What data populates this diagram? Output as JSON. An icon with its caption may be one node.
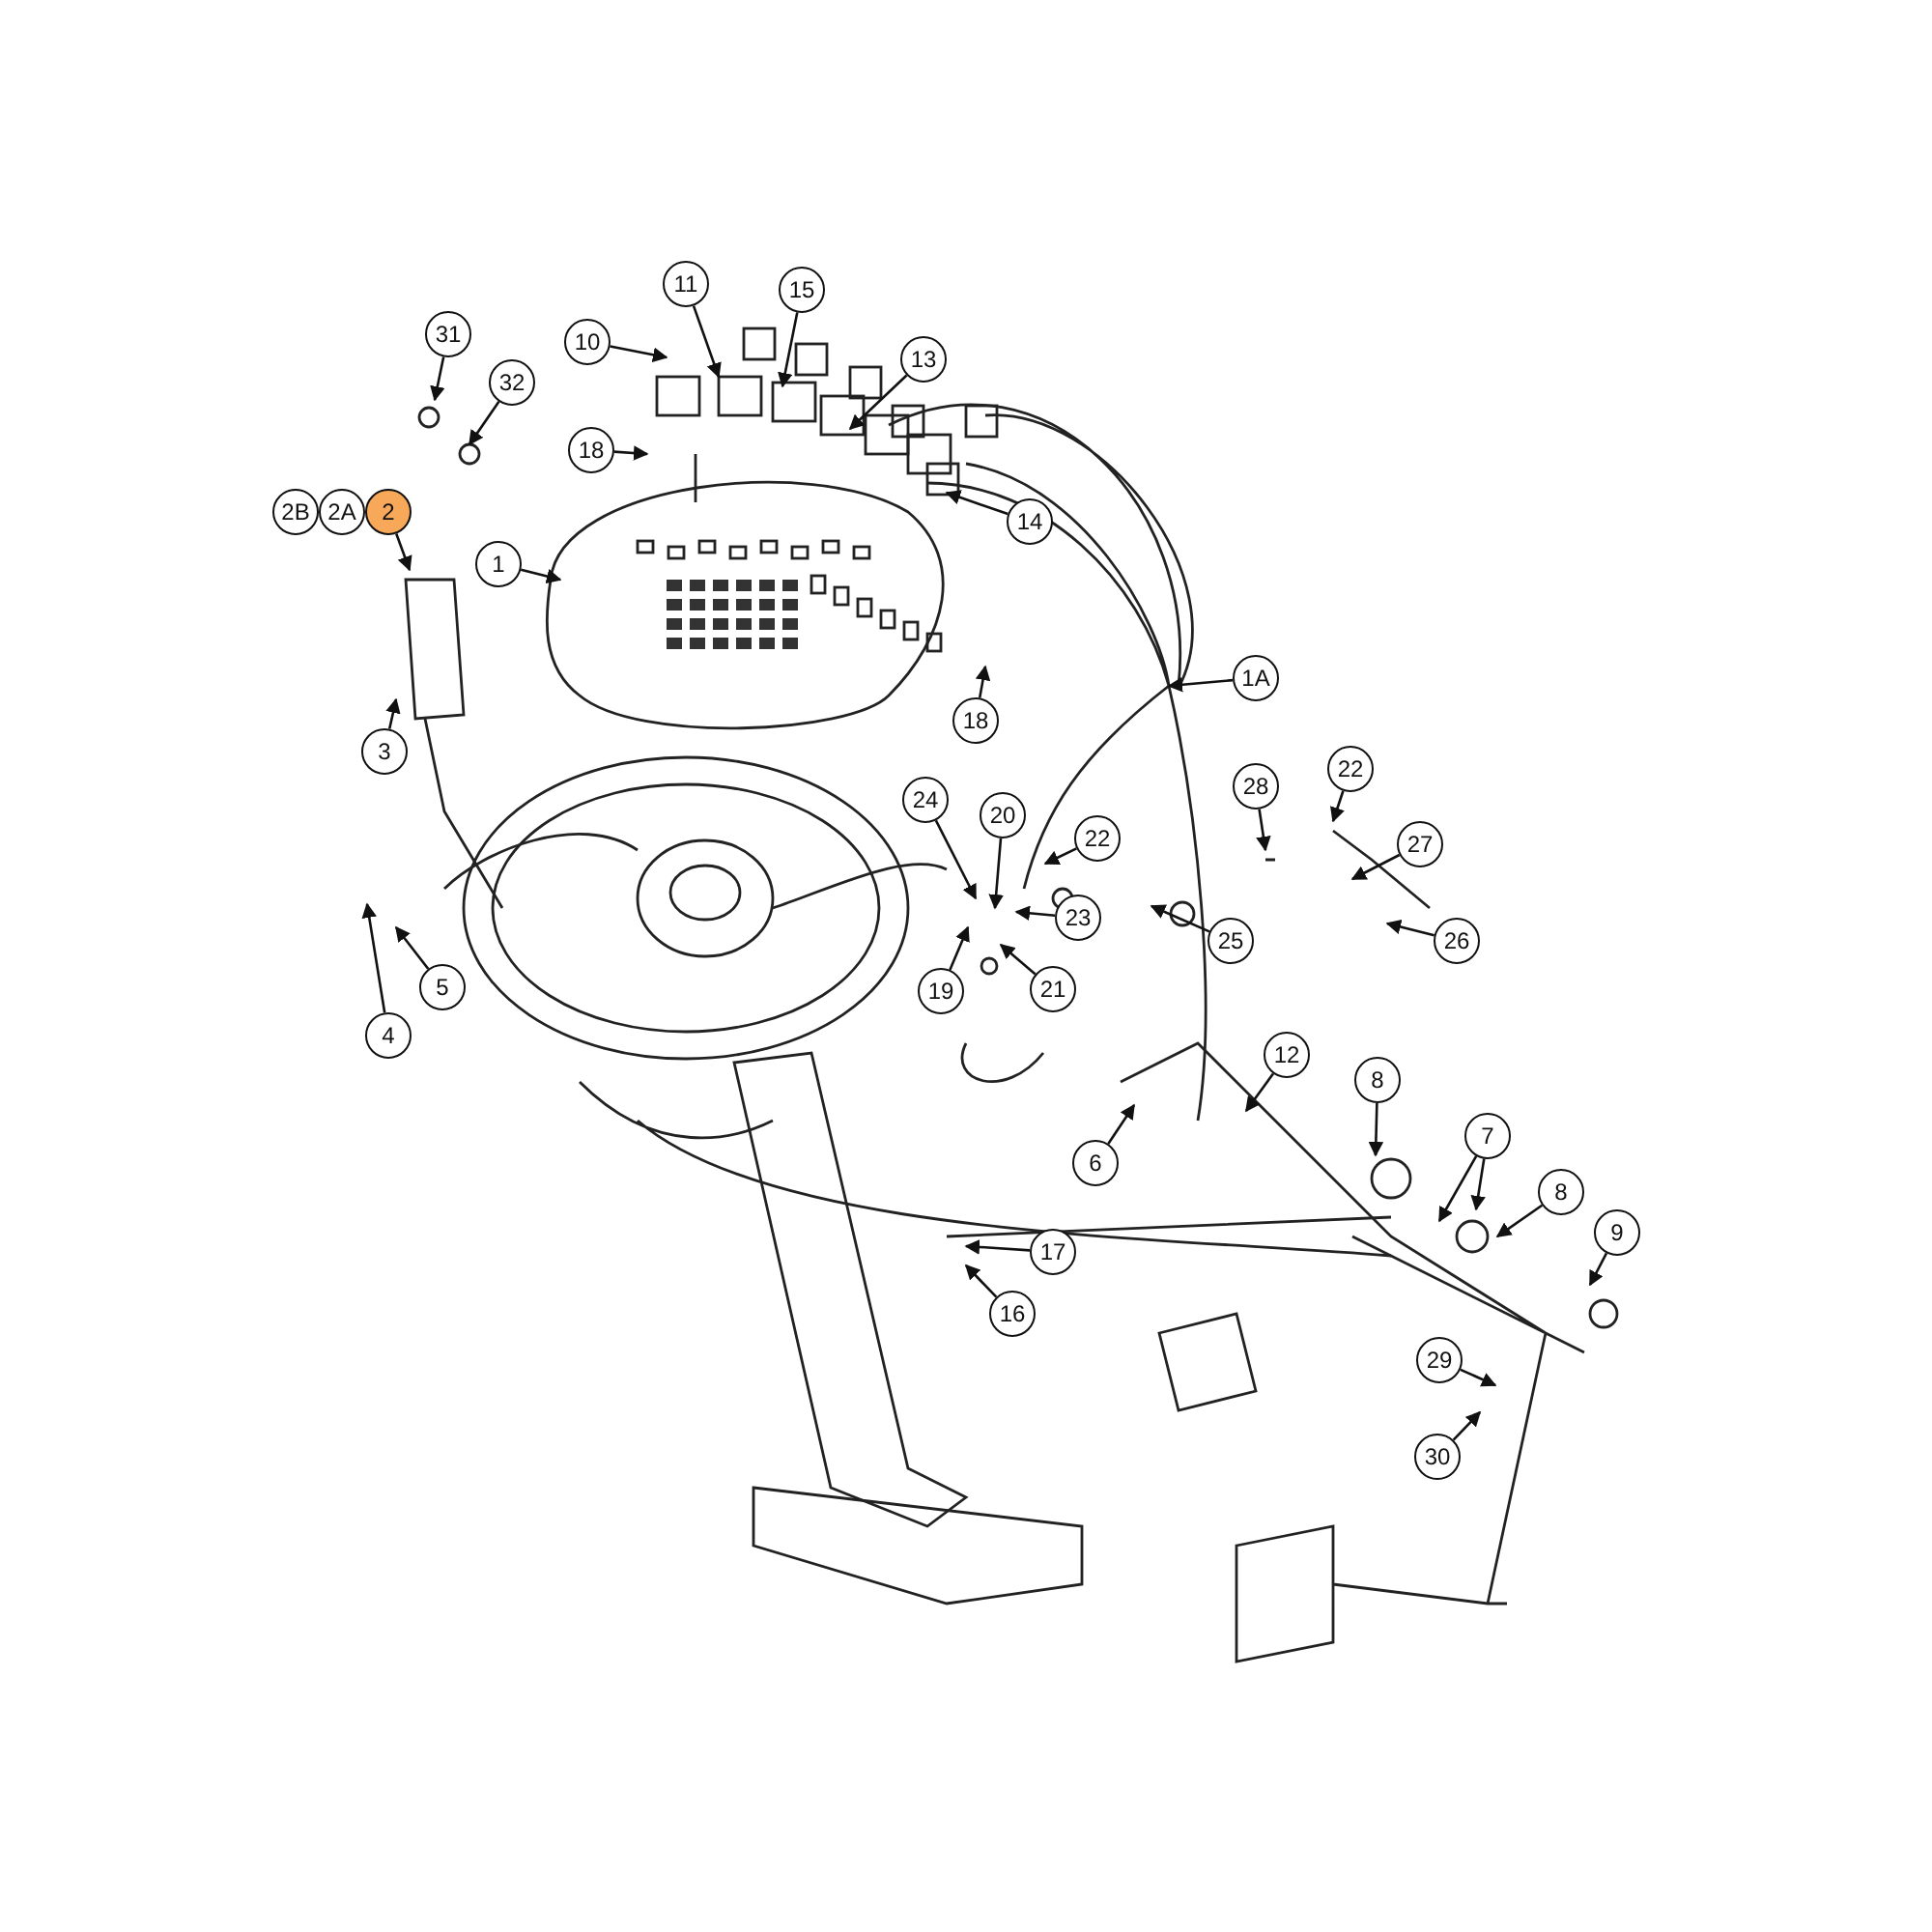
{
  "diagram": {
    "nodes": [
      {
        "text": [
          "11"
        ]
      },
      {
        "text": [
          "15"
        ]
      },
      {
        "text": [
          "31"
        ]
      },
      {
        "text": [
          "10"
        ]
      },
      {
        "text": [
          "13"
        ]
      },
      {
        "text": [
          "32"
        ]
      },
      {
        "text": [
          "18"
        ]
      },
      {
        "text": [
          "2B"
        ]
      },
      {
        "text": [
          "2A"
        ]
      },
      {
        "text": [
          "2"
        ]
      },
      {
        "text": [
          "14"
        ]
      },
      {
        "text": [
          "1"
        ]
      },
      {
        "text": [
          "1A"
        ]
      },
      {
        "text": [
          "18"
        ]
      },
      {
        "text": [
          "3"
        ]
      },
      {
        "text": [
          "22"
        ]
      },
      {
        "text": [
          "28"
        ]
      },
      {
        "text": [
          "24"
        ]
      },
      {
        "text": [
          "20"
        ]
      },
      {
        "text": [
          "22"
        ]
      },
      {
        "text": [
          "27"
        ]
      },
      {
        "text": [
          "23"
        ]
      },
      {
        "text": [
          "25"
        ]
      },
      {
        "text": [
          "26"
        ]
      },
      {
        "text": [
          "5"
        ]
      },
      {
        "text": [
          "21"
        ]
      },
      {
        "text": [
          "19"
        ]
      },
      {
        "text": [
          "4"
        ]
      },
      {
        "text": [
          "12"
        ]
      },
      {
        "text": [
          "8"
        ]
      },
      {
        "text": [
          "7"
        ]
      },
      {
        "text": [
          "6"
        ]
      },
      {
        "text": [
          "8"
        ]
      },
      {
        "text": [
          "9"
        ]
      },
      {
        "text": [
          "17"
        ]
      },
      {
        "text": [
          "16"
        ]
      },
      {
        "text": [
          "29"
        ]
      },
      {
        "text": [
          "30"
        ]
      }
    ],
    "edges": [
      {
        "from": 0,
        "to": null,
        "arrow": "to"
      },
      {
        "from": 1,
        "to": null,
        "arrow": "to"
      },
      {
        "from": 2,
        "to": null,
        "arrow": "to"
      },
      {
        "from": 3,
        "to": null,
        "arrow": "to"
      },
      {
        "from": 4,
        "to": null,
        "arrow": "to"
      },
      {
        "from": 5,
        "to": null,
        "arrow": "to"
      },
      {
        "from": 6,
        "to": null,
        "arrow": "to"
      },
      {
        "from": 9,
        "to": null,
        "arrow": "to"
      },
      {
        "from": 10,
        "to": null,
        "arrow": "to"
      },
      {
        "from": 11,
        "to": null,
        "arrow": "to"
      },
      {
        "from": 12,
        "to": null,
        "arrow": "to"
      },
      {
        "from": 13,
        "to": null,
        "arrow": "to"
      },
      {
        "from": 14,
        "to": null,
        "arrow": "to"
      },
      {
        "from": 15,
        "to": null,
        "arrow": "to"
      },
      {
        "from": 16,
        "to": null,
        "arrow": "to"
      },
      {
        "from": 17,
        "to": null,
        "arrow": "to"
      },
      {
        "from": 18,
        "to": null,
        "arrow": "to"
      },
      {
        "from": 19,
        "to": null,
        "arrow": "to"
      },
      {
        "from": 20,
        "to": null,
        "arrow": "to"
      },
      {
        "from": 21,
        "to": null,
        "arrow": "to"
      },
      {
        "from": 22,
        "to": null,
        "arrow": "to"
      },
      {
        "from": 23,
        "to": null,
        "arrow": "to"
      },
      {
        "from": 24,
        "to": null,
        "arrow": "to"
      },
      {
        "from": 25,
        "to": null,
        "arrow": "to"
      },
      {
        "from": 26,
        "to": null,
        "arrow": "to"
      },
      {
        "from": 27,
        "to": null,
        "arrow": "to"
      },
      {
        "from": 28,
        "to": null,
        "arrow": "to"
      },
      {
        "from": 29,
        "to": null,
        "arrow": "to"
      },
      {
        "from": 30,
        "to": null,
        "arrow": "to"
      },
      {
        "from": 30,
        "to": null,
        "arrow": "to"
      },
      {
        "from": 31,
        "to": null,
        "arrow": "to"
      },
      {
        "from": 32,
        "to": null,
        "arrow": "to"
      },
      {
        "from": 33,
        "to": null,
        "arrow": "to"
      },
      {
        "from": 34,
        "to": null,
        "arrow": "to"
      },
      {
        "from": 35,
        "to": null,
        "arrow": "to"
      },
      {
        "from": 36,
        "to": null,
        "arrow": "to"
      },
      {
        "from": 37,
        "to": null,
        "arrow": "to"
      }
    ]
  }
}
